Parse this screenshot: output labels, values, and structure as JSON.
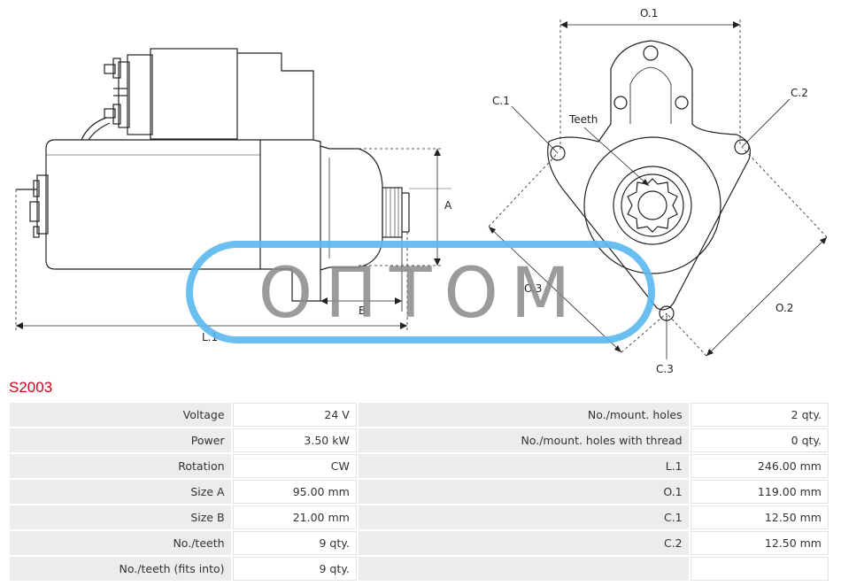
{
  "drawing": {
    "labels": {
      "A": "A",
      "B": "B",
      "L1": "L.1",
      "O1": "O.1",
      "O2": "O.2",
      "O3": "O.3",
      "C1": "C.1",
      "C2": "C.2",
      "C3": "C.3",
      "teeth": "Teeth"
    },
    "watermark": "ОПТОМ",
    "watermark_color": "#5ab8ee"
  },
  "product": {
    "code": "S2003",
    "code_color": "#d0021b"
  },
  "specs": {
    "rows": [
      {
        "left_label": "Voltage",
        "left_value": "24 V",
        "right_label": "No./mount. holes",
        "right_value": "2 qty."
      },
      {
        "left_label": "Power",
        "left_value": "3.50 kW",
        "right_label": "No./mount. holes with thread",
        "right_value": "0 qty."
      },
      {
        "left_label": "Rotation",
        "left_value": "CW",
        "right_label": "L.1",
        "right_value": "246.00 mm"
      },
      {
        "left_label": "Size A",
        "left_value": "95.00 mm",
        "right_label": "O.1",
        "right_value": "119.00 mm"
      },
      {
        "left_label": "Size B",
        "left_value": "21.00 mm",
        "right_label": "C.1",
        "right_value": "12.50 mm"
      },
      {
        "left_label": "No./teeth",
        "left_value": "9 qty.",
        "right_label": "C.2",
        "right_value": "12.50 mm"
      },
      {
        "left_label": "No./teeth (fits into)",
        "left_value": "9 qty.",
        "right_label": "",
        "right_value": ""
      }
    ]
  }
}
